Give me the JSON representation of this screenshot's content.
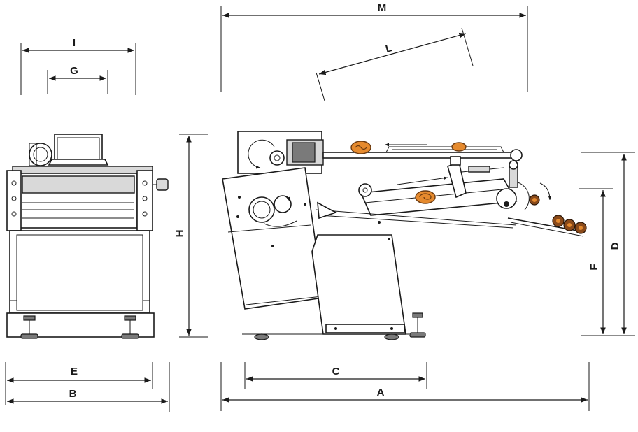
{
  "dimensions": {
    "A": "A",
    "B": "B",
    "C": "C",
    "D": "D",
    "E": "E",
    "F": "F",
    "G": "G",
    "H": "H",
    "I": "I",
    "L": "L",
    "M": "M"
  },
  "colors": {
    "line": "#1a1a1a",
    "dough": "#e58a2e",
    "rolled_dough": "#8a4a1a",
    "panel_shade": "#d9d9d9"
  },
  "icons": {
    "dough_piece": "dough-piece-icon",
    "rolled_dough": "rolled-dough-icon",
    "rotation_arrow": "rotation-arrow-icon",
    "direction_arrow": "direction-arrow-icon"
  }
}
